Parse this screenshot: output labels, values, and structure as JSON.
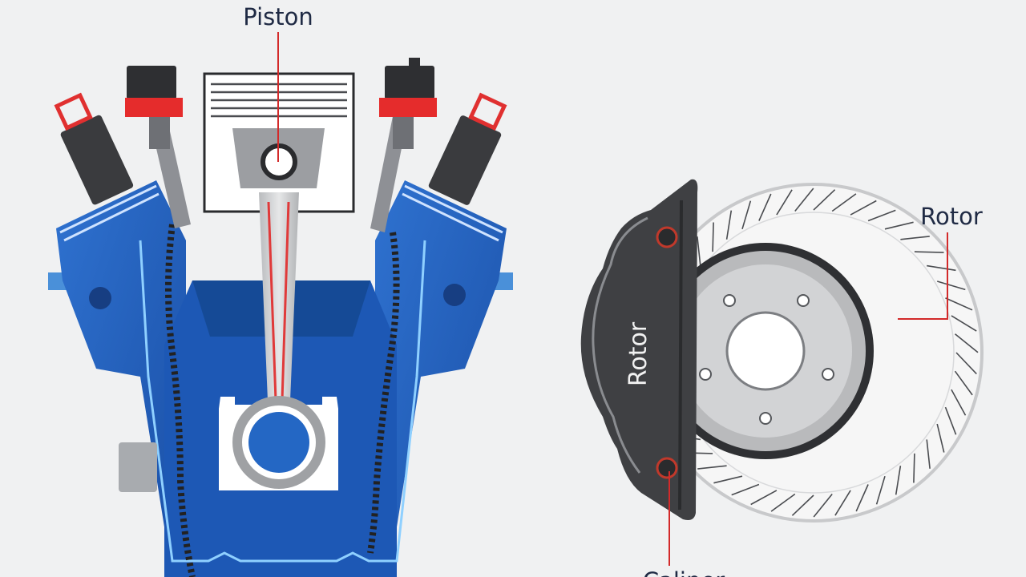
{
  "labels": {
    "piston": "Piston",
    "rotor": "Rotor",
    "caliper_body": "Rotor",
    "caliper": "Caliper"
  },
  "colors": {
    "background": "#f0f1f2",
    "engine_blue": "#1f5fbf",
    "engine_blue_dark": "#123f8a",
    "leader_red": "#d32a2a",
    "caliper_dark": "#3f4043",
    "metal_light": "#d4d5d7",
    "label_navy": "#1f2a44"
  }
}
